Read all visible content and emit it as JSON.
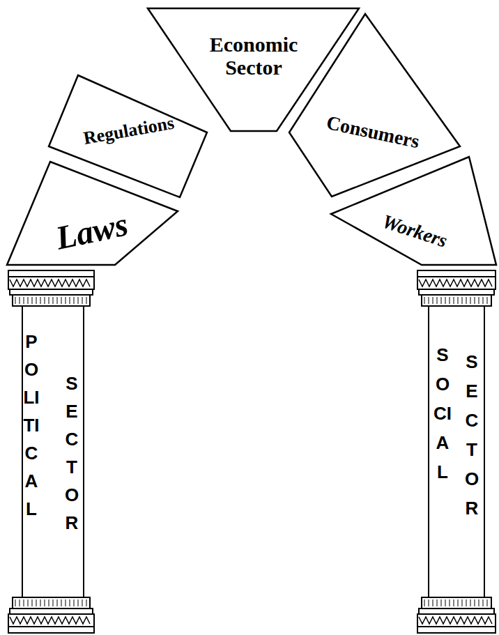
{
  "diagram": {
    "nodes": [
      {
        "text": [
          "Economic Sector"
        ]
      },
      {
        "text": [
          "Regulations"
        ]
      },
      {
        "text": [
          "Consumers"
        ]
      },
      {
        "text": [
          "Laws"
        ]
      },
      {
        "text": [
          "Workers"
        ]
      },
      {
        "text": [
          "POLITICAL",
          "SECTOR"
        ]
      },
      {
        "text": [
          "SOCIAL",
          "SECTOR"
        ]
      }
    ]
  }
}
